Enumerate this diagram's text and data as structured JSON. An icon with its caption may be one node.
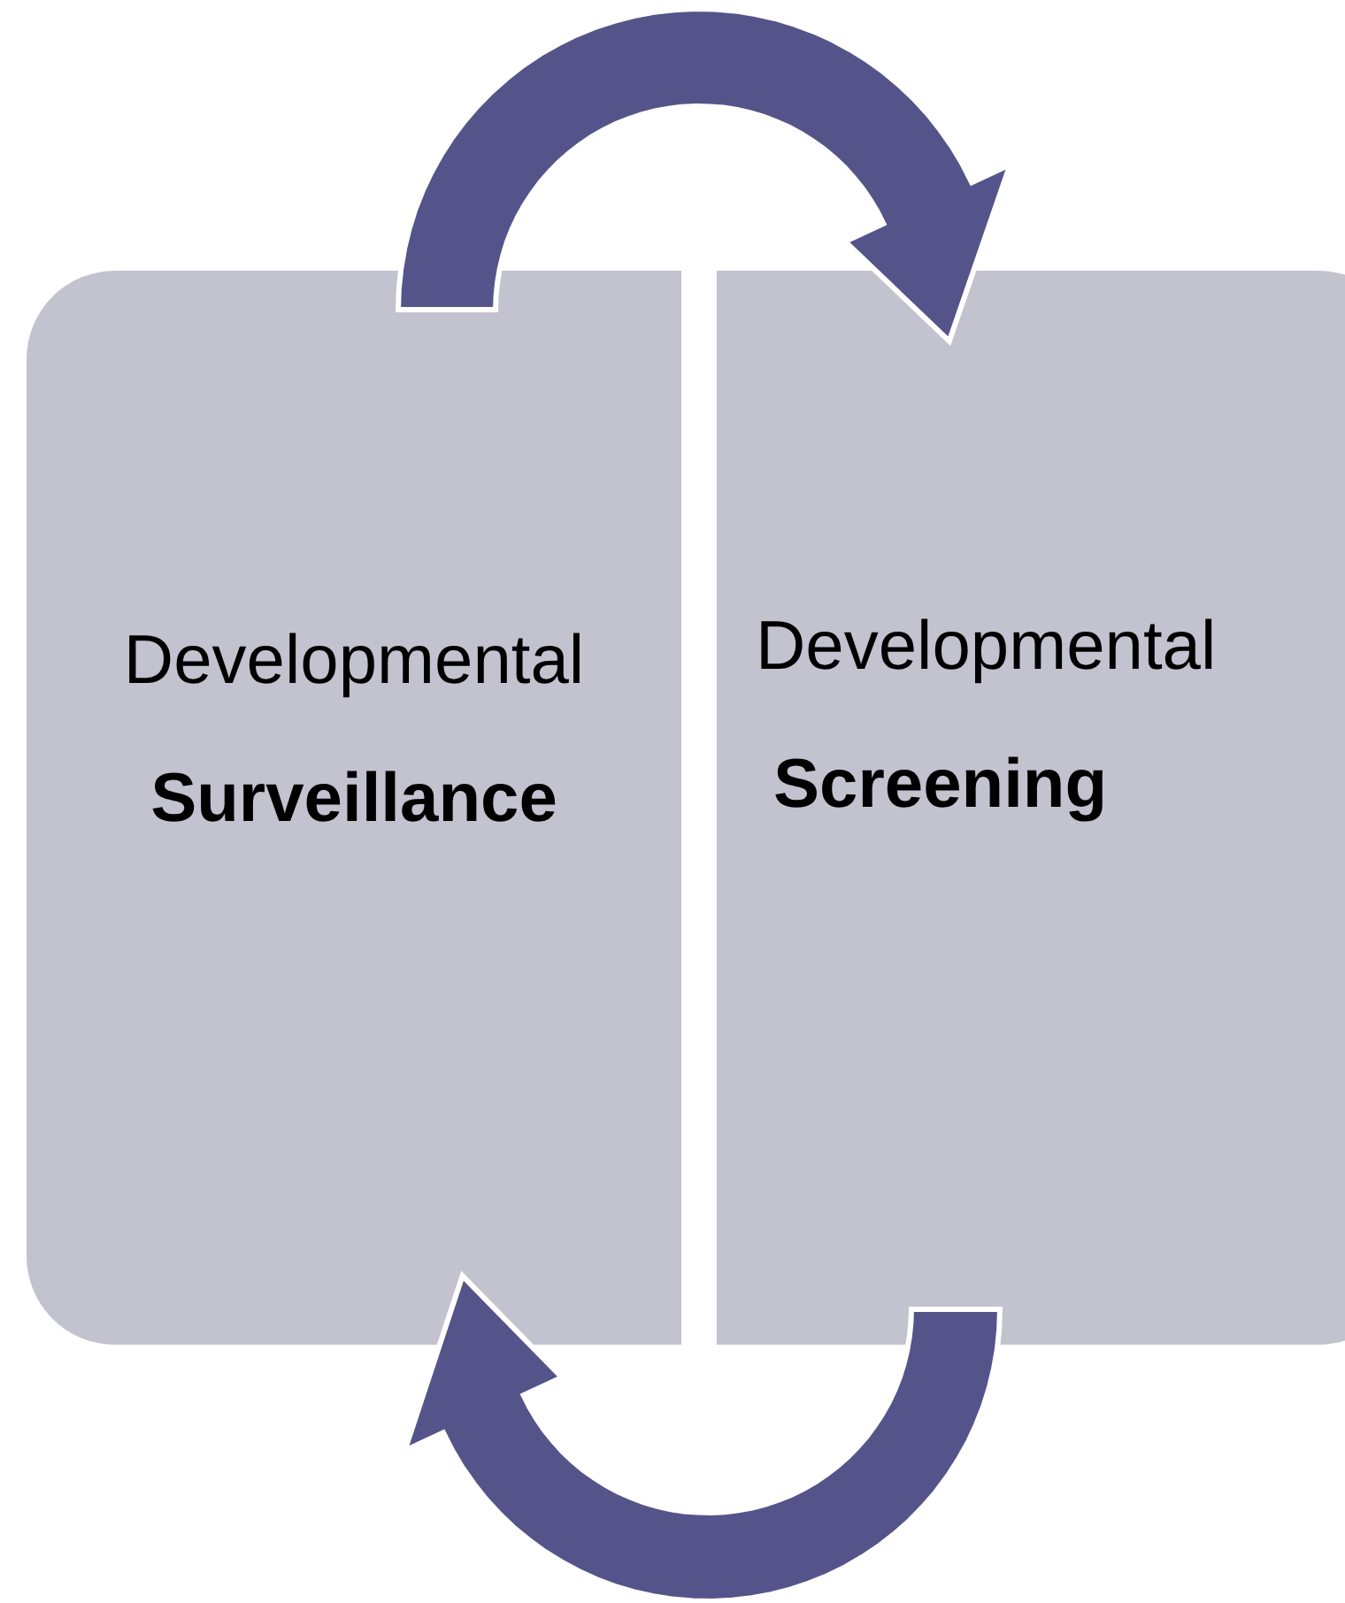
{
  "diagram": {
    "nodes": [
      {
        "text": [
          "Developmental",
          "Surveillance"
        ]
      },
      {
        "text": [
          "Developmental",
          "Screening"
        ]
      }
    ],
    "edges": [
      {
        "from": 0,
        "to": 1,
        "arrow": "to"
      },
      {
        "from": 1,
        "to": 0,
        "arrow": "to"
      }
    ]
  }
}
